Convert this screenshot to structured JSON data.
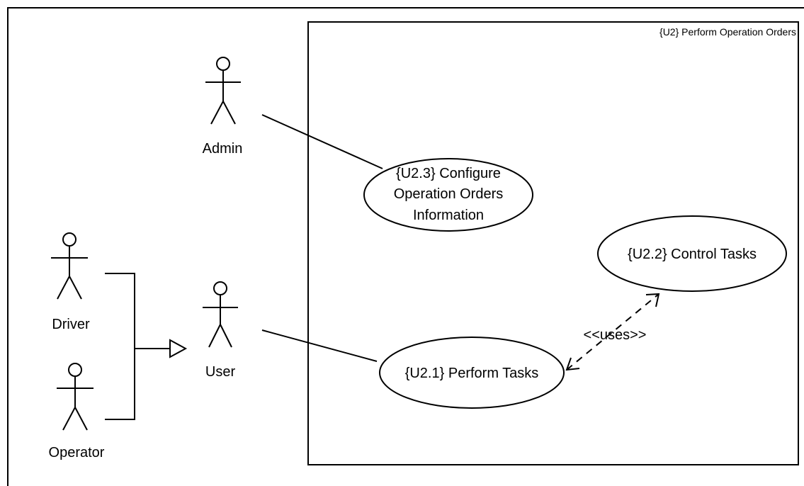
{
  "system": {
    "title": "{U2} Perform Operation Orders"
  },
  "actors": {
    "admin": {
      "label": "Admin"
    },
    "user": {
      "label": "User"
    },
    "driver": {
      "label": "Driver"
    },
    "operator": {
      "label": "Operator"
    }
  },
  "use_cases": {
    "u23": {
      "lines": [
        "{U2.3} Configure",
        "Operation Orders",
        "Information"
      ]
    },
    "u22": {
      "label": "{U2.2} Control Tasks"
    },
    "u21": {
      "label": "{U2.1} Perform Tasks"
    }
  },
  "relations": {
    "uses": {
      "label": "<<uses>>"
    }
  }
}
